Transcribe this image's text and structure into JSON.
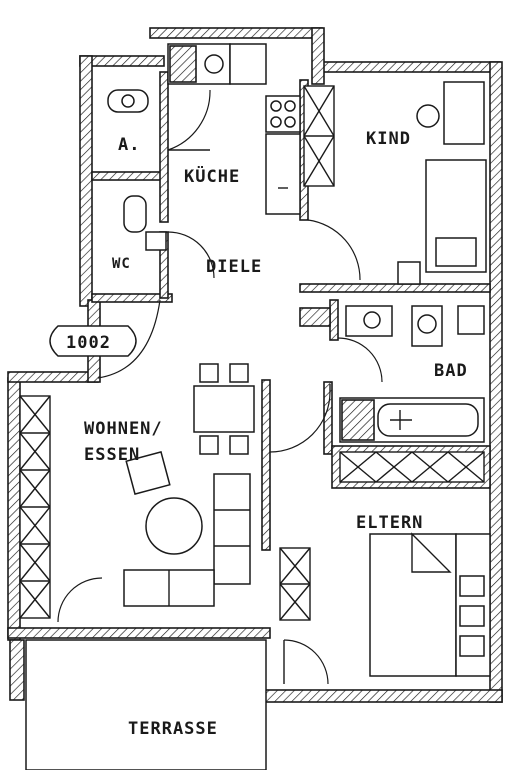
{
  "plan": {
    "unit_number": "1002",
    "rooms": {
      "abstell": "A.",
      "kueche": "KÜCHE",
      "kind": "KIND",
      "wc": "WC",
      "diele": "DIELE",
      "bad": "BAD",
      "wohnen_line1": "WOHNEN/",
      "wohnen_line2": "ESSEN",
      "eltern": "ELTERN",
      "terrasse": "TERRASSE"
    }
  }
}
